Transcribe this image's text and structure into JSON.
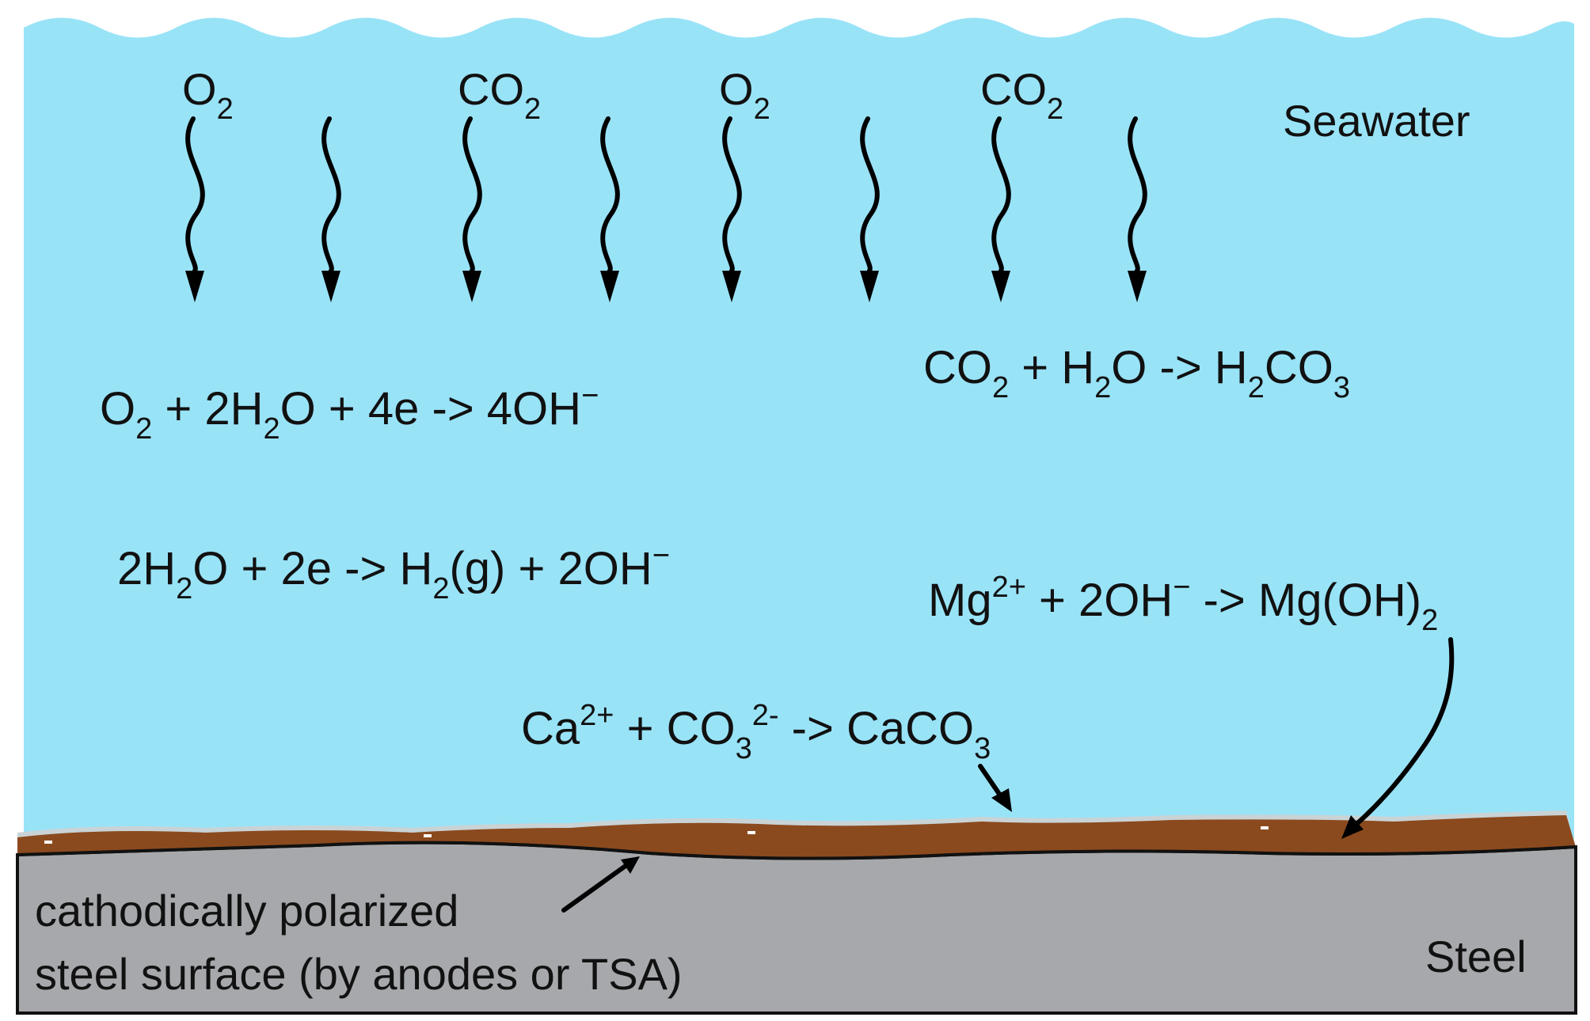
{
  "labels": {
    "seawater": "Seawater",
    "steel": "Steel",
    "surface_line1": "cathodically polarized",
    "surface_line2": "steel surface (by anodes or TSA)"
  },
  "gases": [
    {
      "base": "O",
      "sub": "2"
    },
    {
      "base": "CO",
      "sub": "2"
    },
    {
      "base": "O",
      "sub": "2"
    },
    {
      "base": "CO",
      "sub": "2"
    }
  ],
  "equations": {
    "oxygen_reduction": [
      {
        "t": "O"
      },
      {
        "t": "2",
        "s": "sub"
      },
      {
        "t": " + 2H"
      },
      {
        "t": "2",
        "s": "sub"
      },
      {
        "t": "O + 4e -> 4OH"
      },
      {
        "t": "−",
        "s": "sup"
      }
    ],
    "water_reduction": [
      {
        "t": "2H"
      },
      {
        "t": "2",
        "s": "sub"
      },
      {
        "t": "O + 2e -> H"
      },
      {
        "t": "2",
        "s": "sub"
      },
      {
        "t": "(g) + 2OH"
      },
      {
        "t": "−",
        "s": "sup"
      }
    ],
    "carbonic_acid": [
      {
        "t": "CO"
      },
      {
        "t": "2",
        "s": "sub"
      },
      {
        "t": " + H"
      },
      {
        "t": "2",
        "s": "sub"
      },
      {
        "t": "O -> H"
      },
      {
        "t": "2",
        "s": "sub"
      },
      {
        "t": "CO"
      },
      {
        "t": "3",
        "s": "sub"
      }
    ],
    "magnesium_hydroxide": [
      {
        "t": "Mg"
      },
      {
        "t": "2+",
        "s": "sup"
      },
      {
        "t": " + 2OH"
      },
      {
        "t": "−",
        "s": "sup"
      },
      {
        "t": " -> Mg(OH)"
      },
      {
        "t": "2",
        "s": "sub"
      }
    ],
    "calcium_carbonate": [
      {
        "t": "Ca"
      },
      {
        "t": "2+",
        "s": "sup"
      },
      {
        "t": " + CO"
      },
      {
        "t": "3",
        "s": "sub"
      },
      {
        "t": "2-",
        "s": "sup"
      },
      {
        "t": " -> CaCO"
      },
      {
        "t": "3",
        "s": "sub"
      }
    ]
  },
  "colors": {
    "seawater": "#99e3f7",
    "deposit": "#8b4a1e",
    "deposit_top": "#c9d3d6",
    "steel": "#a6a8ab",
    "outline": "#111111"
  }
}
